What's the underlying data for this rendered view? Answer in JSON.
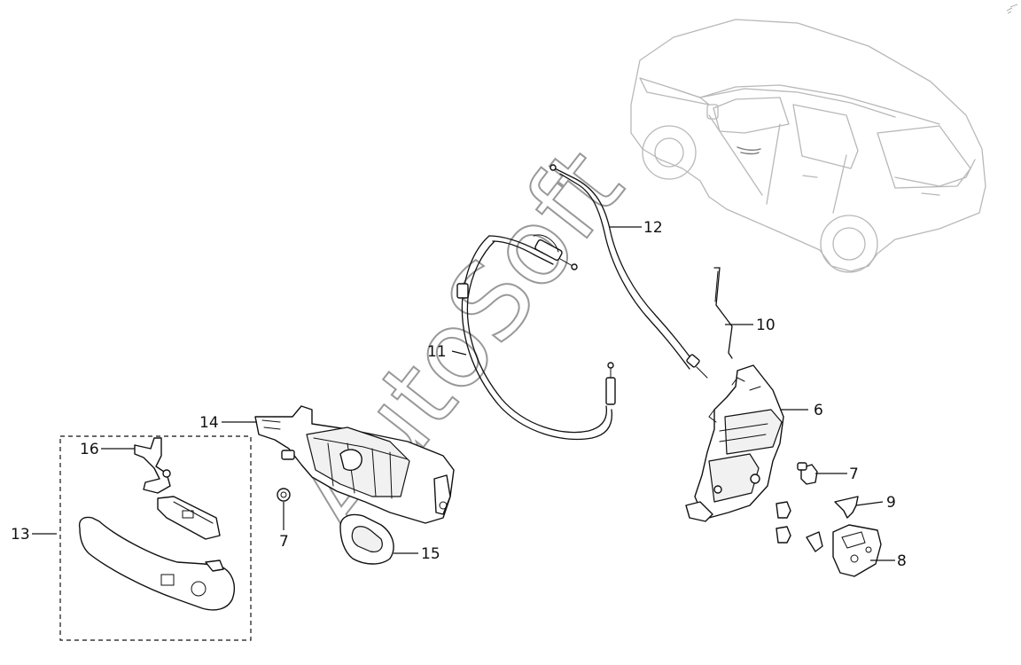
{
  "watermark": "AutoSoft",
  "callouts": {
    "c6": "6",
    "c7a": "7",
    "c7b": "7",
    "c8": "8",
    "c9": "9",
    "c10": "10",
    "c11": "11",
    "c12": "12",
    "c13": "13",
    "c14": "14",
    "c15": "15",
    "c16": "16"
  }
}
